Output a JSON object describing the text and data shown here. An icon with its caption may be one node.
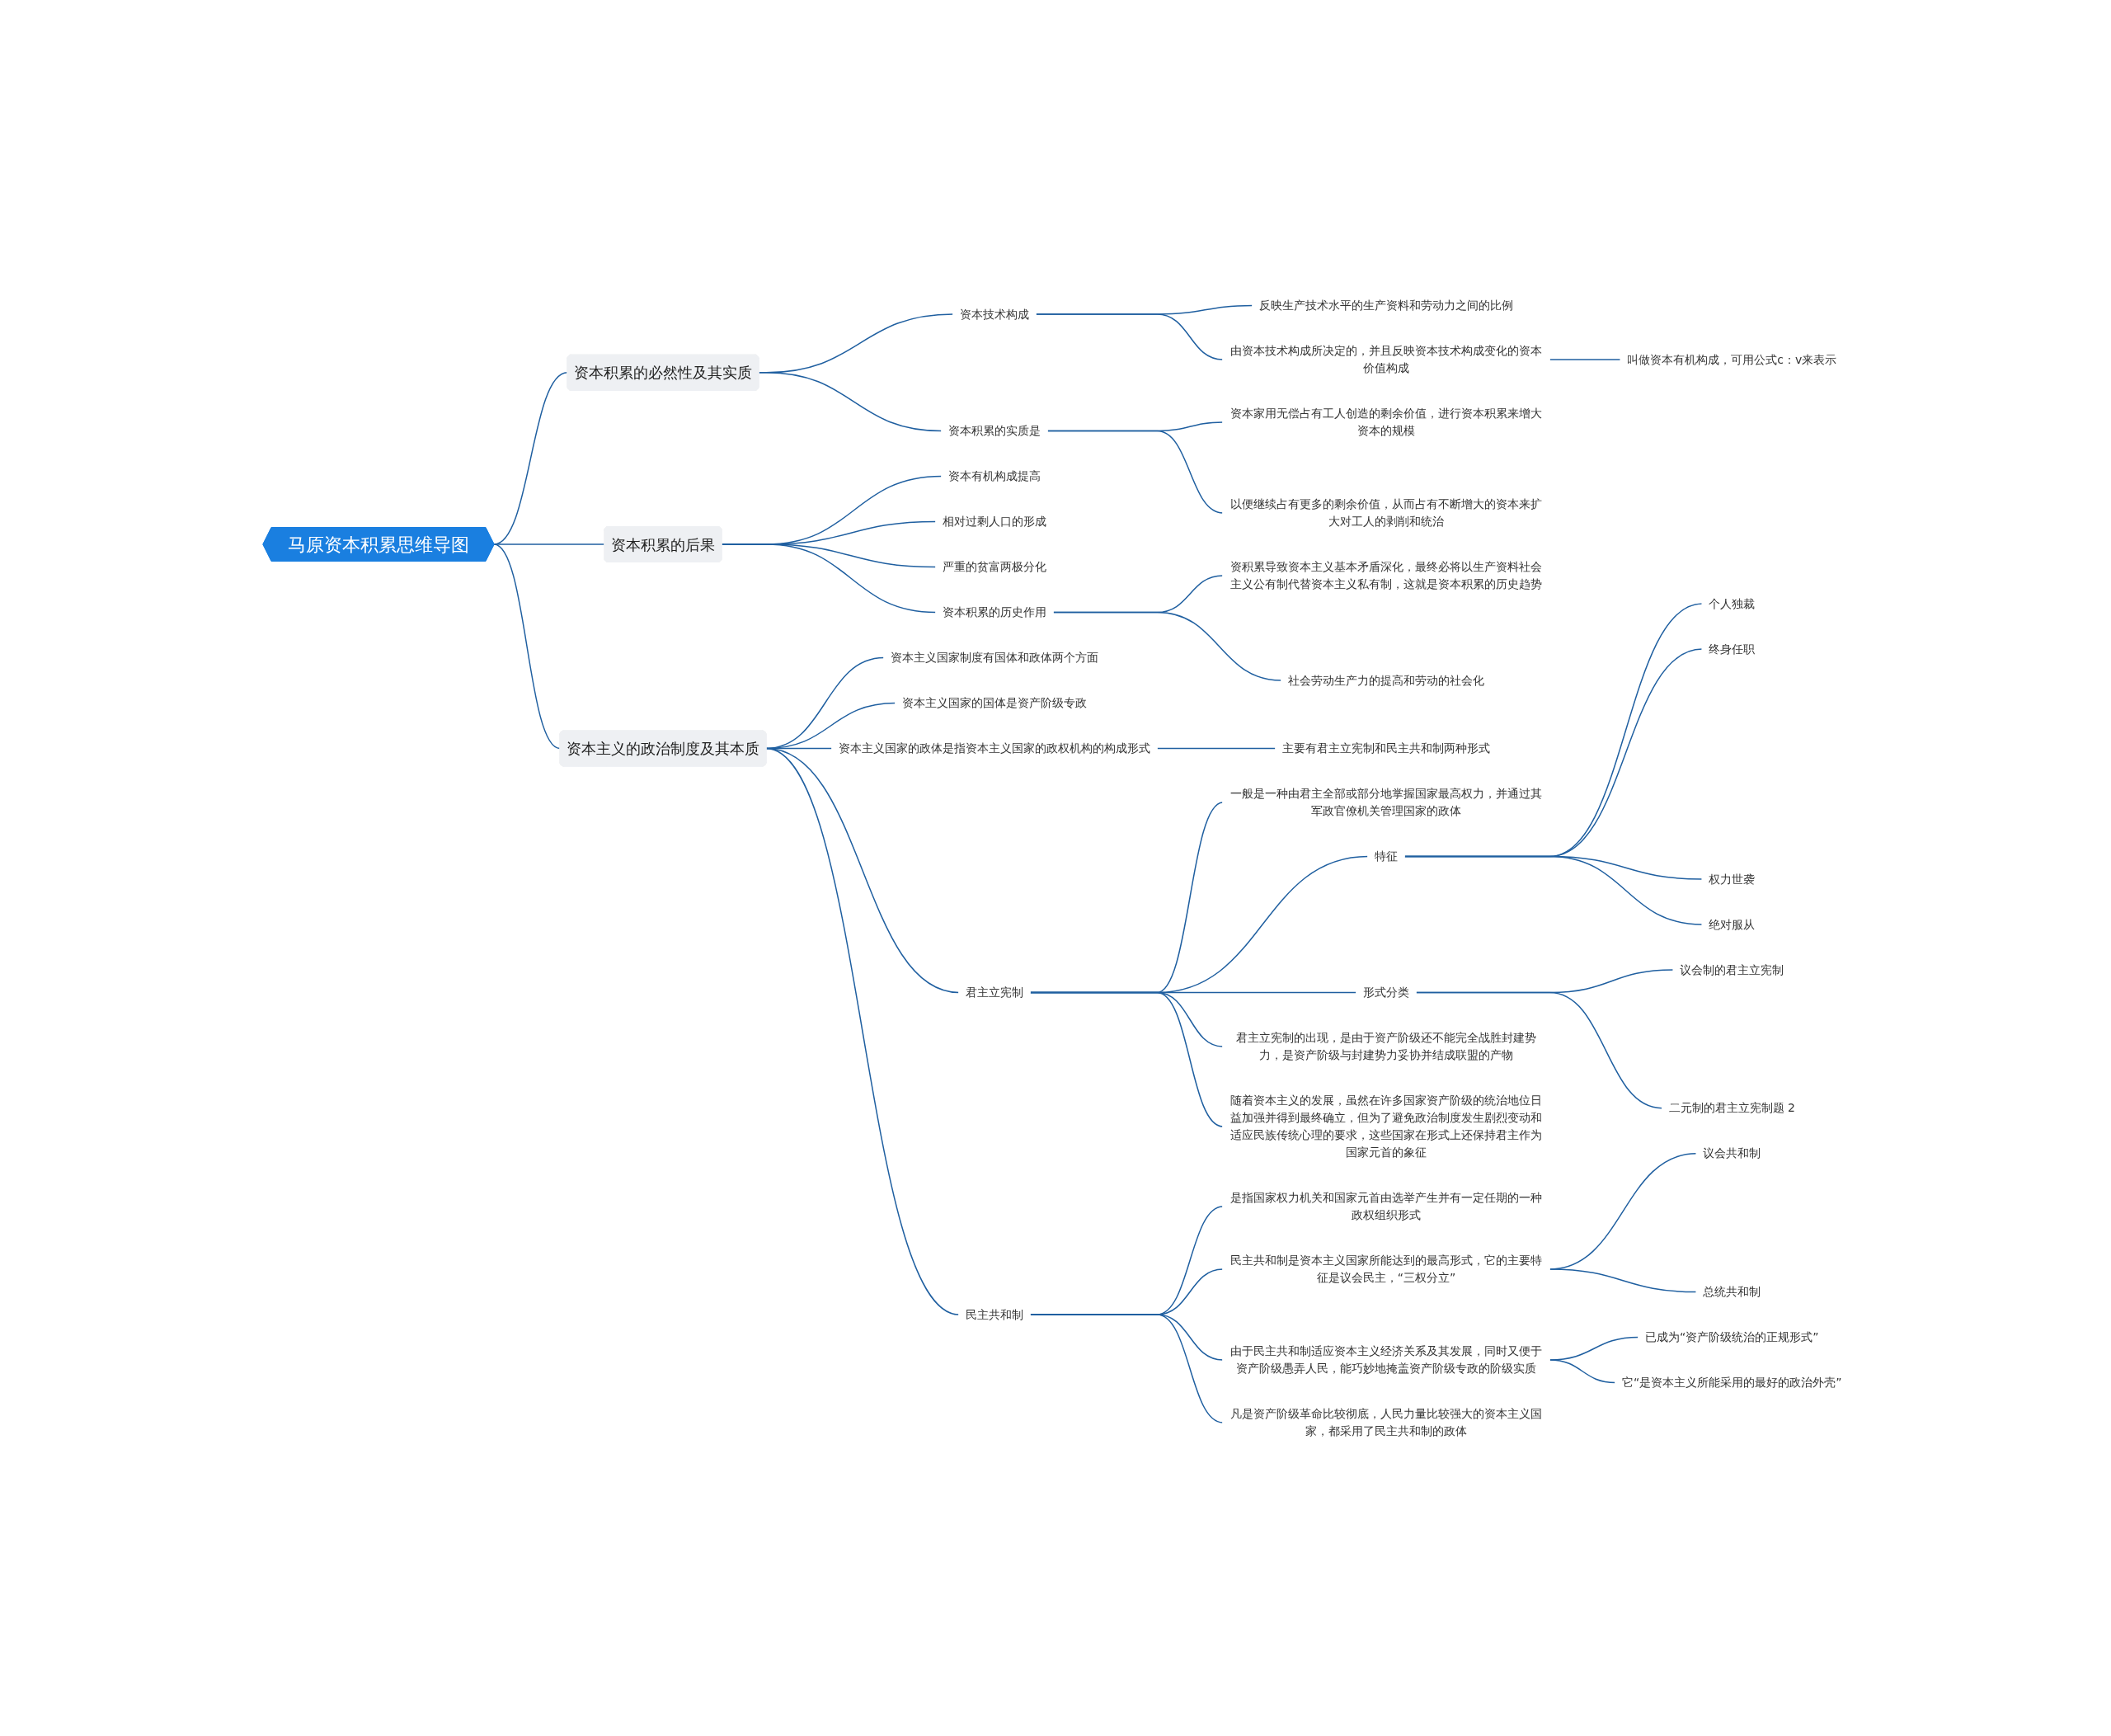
{
  "diagram": {
    "nodes": [
      {
        "text": [
          "马原资本积累思维导图"
        ]
      },
      {
        "text": [
          "资本积累的必然性及其实质"
        ]
      },
      {
        "text": [
          "资本技术构成"
        ]
      },
      {
        "text": [
          "反映生产技术水平的生产资料和劳动力之间的比例"
        ]
      },
      {
        "text": [
          "由资本技术构成所决定的，并且反映资本技术构成变化的资本价值构成"
        ]
      },
      {
        "text": [
          "叫做资本有机构成，可用公式c：v来表示"
        ]
      },
      {
        "text": [
          "资本积累的实质是"
        ]
      },
      {
        "text": [
          "资本家用无偿占有工人创造的剩余价值，进行资本积累来增大资本的规模"
        ]
      },
      {
        "text": [
          "以便继续占有更多的剩余价值，从而占有不断增大的资本来扩大对工人的剥削和统治"
        ]
      },
      {
        "text": [
          "资本积累的后果"
        ]
      },
      {
        "text": [
          "资本有机构成提高"
        ]
      },
      {
        "text": [
          "相对过剩人口的形成"
        ]
      },
      {
        "text": [
          "严重的贫富两极分化"
        ]
      },
      {
        "text": [
          "资本积累的历史作用"
        ]
      },
      {
        "text": [
          "资积累导致资本主义基本矛盾深化，最终必将以生产资料社会主义公有制代替资本主义私有制，这就是资本积累的历史趋势"
        ]
      },
      {
        "text": [
          "社会劳动生产力的提高和劳动的社会化"
        ]
      },
      {
        "text": [
          "资本主义的政治制度及其本质"
        ]
      },
      {
        "text": [
          "资本主义国家制度有国体和政体两个方面"
        ]
      },
      {
        "text": [
          "资本主义国家的国体是资产阶级专政"
        ]
      },
      {
        "text": [
          "资本主义国家的政体是指资本主义国家的政权机构的构成形式"
        ]
      },
      {
        "text": [
          "主要有君主立宪制和民主共和制两种形式"
        ]
      },
      {
        "text": [
          "君主立宪制"
        ]
      },
      {
        "text": [
          "一般是一种由君主全部或部分地掌握国家最高权力，并通过其军政官僚机关管理国家的政体"
        ]
      },
      {
        "text": [
          "特征"
        ]
      },
      {
        "text": [
          "个人独裁"
        ]
      },
      {
        "text": [
          "终身任职"
        ]
      },
      {
        "text": [
          "权力世袭"
        ]
      },
      {
        "text": [
          "绝对服从"
        ]
      },
      {
        "text": [
          "形式分类"
        ]
      },
      {
        "text": [
          "议会制的君主立宪制"
        ]
      },
      {
        "text": [
          "二元制的君主立宪制题 2"
        ]
      },
      {
        "text": [
          "君主立宪制的出现，是由于资产阶级还不能完全战胜封建势力，是资产阶级与封建势力妥协并结成联盟的产物"
        ]
      },
      {
        "text": [
          "随着资本主义的发展，虽然在许多国家资产阶级的统治地位日益加强并得到最终确立，但为了避免政治制度发生剧烈变动和适应民族传统心理的要求，这些国家在形式上还保持君主作为国家元首的象征"
        ]
      },
      {
        "text": [
          "民主共和制"
        ]
      },
      {
        "text": [
          "是指国家权力机关和国家元首由选举产生并有一定任期的一种政权组织形式"
        ]
      },
      {
        "text": [
          "民主共和制是资本主义国家所能达到的最高形式，它的主要特征是议会民主，“三权分立”"
        ]
      },
      {
        "text": [
          "议会共和制"
        ]
      },
      {
        "text": [
          "总统共和制"
        ]
      },
      {
        "text": [
          "由于民主共和制适应资本主义经济关系及其发展，同时又便于资产阶级愚弄人民，能巧妙地掩盖资产阶级专政的阶级实质"
        ]
      },
      {
        "text": [
          "已成为“资产阶级统治的正规形式”"
        ]
      },
      {
        "text": [
          "它“是资本主义所能采用的最好的政治外壳”"
        ]
      },
      {
        "text": [
          "凡是资产阶级革命比较彻底，人民力量比较强大的资本主义国家，都采用了民主共和制的政体"
        ]
      }
    ],
    "edges": [
      {
        "from": 0,
        "to": 1,
        "arrow": "none"
      },
      {
        "from": 1,
        "to": 2,
        "arrow": "none"
      },
      {
        "from": 2,
        "to": 3,
        "arrow": "none"
      },
      {
        "from": 2,
        "to": 4,
        "arrow": "none"
      },
      {
        "from": 4,
        "to": 5,
        "arrow": "none"
      },
      {
        "from": 1,
        "to": 6,
        "arrow": "none"
      },
      {
        "from": 6,
        "to": 7,
        "arrow": "none"
      },
      {
        "from": 6,
        "to": 8,
        "arrow": "none"
      },
      {
        "from": 0,
        "to": 9,
        "arrow": "none"
      },
      {
        "from": 9,
        "to": 10,
        "arrow": "none"
      },
      {
        "from": 9,
        "to": 11,
        "arrow": "none"
      },
      {
        "from": 9,
        "to": 12,
        "arrow": "none"
      },
      {
        "from": 9,
        "to": 13,
        "arrow": "none"
      },
      {
        "from": 13,
        "to": 14,
        "arrow": "none"
      },
      {
        "from": 13,
        "to": 15,
        "arrow": "none"
      },
      {
        "from": 0,
        "to": 16,
        "arrow": "none"
      },
      {
        "from": 16,
        "to": 17,
        "arrow": "none"
      },
      {
        "from": 16,
        "to": 18,
        "arrow": "none"
      },
      {
        "from": 16,
        "to": 19,
        "arrow": "none"
      },
      {
        "from": 19,
        "to": 20,
        "arrow": "none"
      },
      {
        "from": 16,
        "to": 21,
        "arrow": "none"
      },
      {
        "from": 21,
        "to": 22,
        "arrow": "none"
      },
      {
        "from": 21,
        "to": 23,
        "arrow": "none"
      },
      {
        "from": 23,
        "to": 24,
        "arrow": "none"
      },
      {
        "from": 23,
        "to": 25,
        "arrow": "none"
      },
      {
        "from": 23,
        "to": 26,
        "arrow": "none"
      },
      {
        "from": 23,
        "to": 27,
        "arrow": "none"
      },
      {
        "from": 21,
        "to": 28,
        "arrow": "none"
      },
      {
        "from": 28,
        "to": 29,
        "arrow": "none"
      },
      {
        "from": 28,
        "to": 30,
        "arrow": "none"
      },
      {
        "from": 21,
        "to": 31,
        "arrow": "none"
      },
      {
        "from": 21,
        "to": 32,
        "arrow": "none"
      },
      {
        "from": 16,
        "to": 33,
        "arrow": "none"
      },
      {
        "from": 33,
        "to": 34,
        "arrow": "none"
      },
      {
        "from": 33,
        "to": 35,
        "arrow": "none"
      },
      {
        "from": 35,
        "to": 36,
        "arrow": "none"
      },
      {
        "from": 35,
        "to": 37,
        "arrow": "none"
      },
      {
        "from": 33,
        "to": 38,
        "arrow": "none"
      },
      {
        "from": 38,
        "to": 39,
        "arrow": "none"
      },
      {
        "from": 38,
        "to": 40,
        "arrow": "none"
      },
      {
        "from": 33,
        "to": 41,
        "arrow": "none"
      }
    ]
  }
}
